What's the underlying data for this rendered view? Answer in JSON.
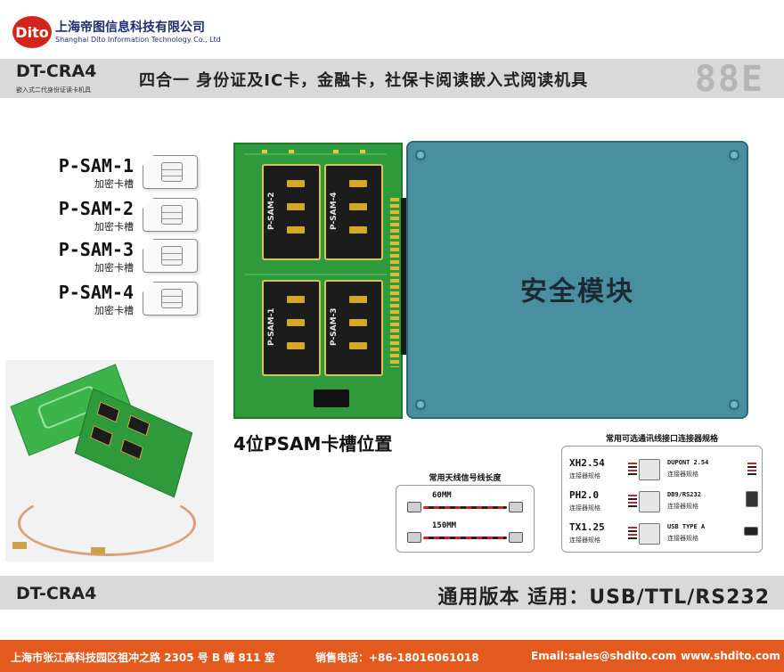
{
  "header": {
    "logo_text": "Dito",
    "company_cn": "上海帝图信息科技有限公司",
    "company_en": "Shanghai Dito Information Technology Co., Ltd"
  },
  "band": {
    "model": "DT-CRA4",
    "subtitle": "嵌入式二代身份证读卡机具",
    "title": "四合一 身份证及IC卡，金融卡，社保卡阅读嵌入式阅读机具",
    "code": "88E"
  },
  "sam_slots": [
    {
      "name": "P-SAM-1",
      "desc": "加密卡槽"
    },
    {
      "name": "P-SAM-2",
      "desc": "加密卡槽"
    },
    {
      "name": "P-SAM-3",
      "desc": "加密卡槽"
    },
    {
      "name": "P-SAM-4",
      "desc": "加密卡槽"
    }
  ],
  "pcb": {
    "socket_labels": [
      "P-SAM-2",
      "P-SAM-4",
      "P-SAM-1",
      "P-SAM-3"
    ]
  },
  "module": {
    "label": "安全模块"
  },
  "caption": "4位PSAM卡槽位置",
  "antenna": {
    "title": "常用天线信号线长度",
    "items": [
      "60MM",
      "150MM"
    ]
  },
  "connectors": {
    "title": "常用可选通讯线接口连接器规格",
    "left": [
      {
        "name": "XH2.54",
        "desc": "连接器规格"
      },
      {
        "name": "PH2.0",
        "desc": "连接器规格"
      },
      {
        "name": "TX1.25",
        "desc": "连接器规格"
      }
    ],
    "right": [
      {
        "name": "DUPONT 2.54",
        "desc": "连接器规格"
      },
      {
        "name": "DB9/RS232",
        "desc": "连接器规格"
      },
      {
        "name": "USB TYPE A",
        "desc": "连接器规格"
      }
    ]
  },
  "footer": {
    "model": "DT-CRA4",
    "title": "通用版本 适用：USB/TTL/RS232"
  },
  "contact": {
    "address": "上海市张江高科技园区祖冲之路 2305 号 B 幢 811 室",
    "phone": "销售电话：+86-18016061018",
    "email": "Email:sales@shdito.com",
    "website": "www.shdito.com"
  },
  "colors": {
    "brand_red": "#d2261c",
    "pcb_green": "#2e9a3b",
    "module_blue": "#4a8fa0",
    "footer_orange": "#e35a1e",
    "band_gray": "#d9d9d9"
  }
}
